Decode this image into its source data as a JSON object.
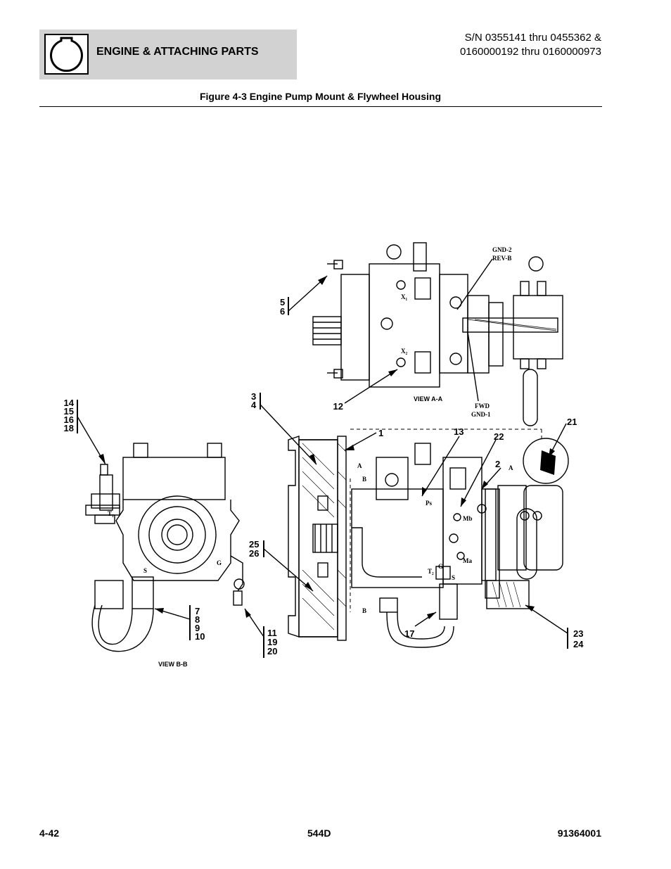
{
  "header": {
    "section_title": "ENGINE & ATTACHING PARTS",
    "icon": "engine-icon",
    "serial_line1": "S/N 0355141 thru 0455362 &",
    "serial_line2": "0160000192 thru 0160000973"
  },
  "figure": {
    "title": "Figure 4-3 Engine Pump Mount & Flywheel Housing",
    "view_aa": "VIEW A-A",
    "view_bb": "VIEW B-B",
    "notes": {
      "gnd2": "GND-2",
      "revb": "REV-B",
      "fwd": "FWD",
      "gnd1": "GND-1",
      "x1": "X₁",
      "x2": "X₂",
      "t1": "T₁",
      "t2": "T₂",
      "s": "S",
      "g": "G",
      "ps": "Ps",
      "mb": "Mb",
      "ma": "Ma",
      "a": "A",
      "b": "B"
    },
    "callouts": {
      "c56": [
        "5",
        "6"
      ],
      "c12": "12",
      "c34": [
        "3",
        "4"
      ],
      "c1": "1",
      "c13": "13",
      "c22": "22",
      "c2": "2",
      "c21": "21",
      "c14": [
        "14",
        "15",
        "16",
        "18"
      ],
      "c2526": [
        "25",
        "26"
      ],
      "c7": [
        "7",
        "8",
        "9",
        "10"
      ],
      "c11": [
        "11",
        "19",
        "20"
      ],
      "c17": "17",
      "c2324": [
        "23",
        "24"
      ]
    }
  },
  "footer": {
    "page": "4-42",
    "model": "544D",
    "doc_number": "91364001"
  }
}
